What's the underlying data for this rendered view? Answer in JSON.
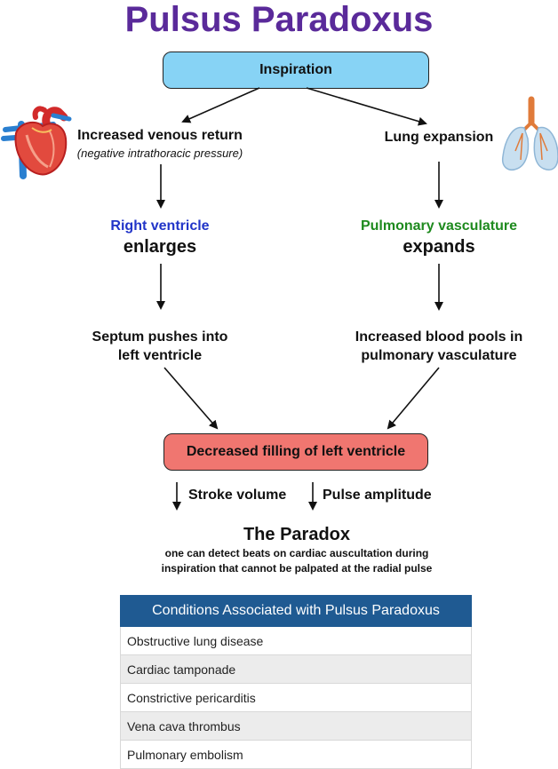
{
  "title": "Pulsus Paradoxus",
  "inspiration": "Inspiration",
  "left": {
    "cause": "Increased venous return",
    "cause_note": "(negative intrathoracic pressure)",
    "chamber": "Right ventricle",
    "chamber_action": "enlarges",
    "result_line1": "Septum pushes into",
    "result_line2": "left ventricle"
  },
  "right": {
    "cause": "Lung expansion",
    "vessel": "Pulmonary vasculature",
    "vessel_action": "expands",
    "result_line1": "Increased blood pools in",
    "result_line2": "pulmonary vasculature"
  },
  "decreased": "Decreased filling of left ventricle",
  "effects": {
    "stroke": "Stroke volume",
    "pulse": "Pulse amplitude"
  },
  "paradox": {
    "heading": "The Paradox",
    "line1": "one can detect beats on cardiac auscultation during",
    "line2": "inspiration that cannot be palpated at the radial pulse"
  },
  "table": {
    "header": "Conditions Associated with Pulsus Paradoxus",
    "rows": [
      "Obstructive lung disease",
      "Cardiac tamponade",
      "Constrictive pericarditis",
      "Vena cava thrombus",
      "Pulmonary embolism"
    ]
  },
  "colors": {
    "title": "#5a2a9a",
    "inspiration_box": "#87d3f5",
    "decreased_box": "#f07670",
    "right_ventricle": "#2134c8",
    "pulmonary": "#1e8a1e",
    "table_header": "#1f5a92"
  },
  "icons": [
    "heart-icon",
    "lungs-icon"
  ]
}
